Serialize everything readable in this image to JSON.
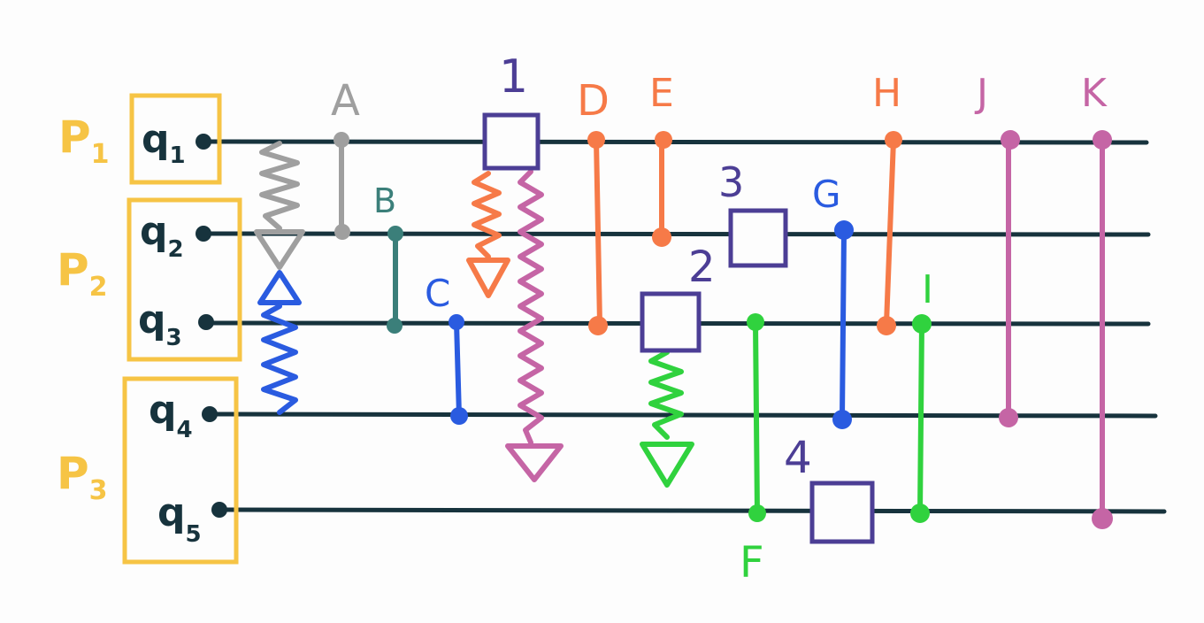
{
  "colors": {
    "wire": "#17333d",
    "partition": "#f6c445",
    "gray": "#9f9f9f",
    "teal": "#3b7f7a",
    "blue": "#2a5be0",
    "orange": "#f67a48",
    "green": "#30d23e",
    "pink": "#c565a5",
    "purple": "#4c3e95"
  },
  "partitions": [
    {
      "id": "p1",
      "label": "P",
      "sub": "1"
    },
    {
      "id": "p2",
      "label": "P",
      "sub": "2"
    },
    {
      "id": "p3",
      "label": "P",
      "sub": "3"
    }
  ],
  "qubits": [
    {
      "id": "q1",
      "label": "q",
      "sub": "1"
    },
    {
      "id": "q2",
      "label": "q",
      "sub": "2"
    },
    {
      "id": "q3",
      "label": "q",
      "sub": "3"
    },
    {
      "id": "q4",
      "label": "q",
      "sub": "4"
    },
    {
      "id": "q5",
      "label": "q",
      "sub": "5"
    }
  ],
  "gates": [
    {
      "id": "A",
      "label": "A",
      "color": "gray",
      "from": 1,
      "to": 2
    },
    {
      "id": "B",
      "label": "B",
      "color": "teal",
      "from": 2,
      "to": 3
    },
    {
      "id": "C",
      "label": "C",
      "color": "blue",
      "from": 3,
      "to": 4
    },
    {
      "id": "D",
      "label": "D",
      "color": "orange",
      "from": 1,
      "to": 3
    },
    {
      "id": "E",
      "label": "E",
      "color": "orange",
      "from": 1,
      "to": 2
    },
    {
      "id": "F",
      "label": "F",
      "color": "green",
      "from": 3,
      "to": 5
    },
    {
      "id": "G",
      "label": "G",
      "color": "blue",
      "from": 2,
      "to": 4
    },
    {
      "id": "H",
      "label": "H",
      "color": "orange",
      "from": 1,
      "to": 3
    },
    {
      "id": "I",
      "label": "I",
      "color": "green",
      "from": 3,
      "to": 5
    },
    {
      "id": "J",
      "label": "J",
      "color": "pink",
      "from": 1,
      "to": 4
    },
    {
      "id": "K",
      "label": "K",
      "color": "pink",
      "from": 1,
      "to": 5
    }
  ],
  "boxes": [
    {
      "id": "1",
      "label": "1",
      "qubit": 1
    },
    {
      "id": "2",
      "label": "2",
      "qubit": 3
    },
    {
      "id": "3",
      "label": "3",
      "qubit": 2
    },
    {
      "id": "4",
      "label": "4",
      "qubit": 5
    }
  ]
}
